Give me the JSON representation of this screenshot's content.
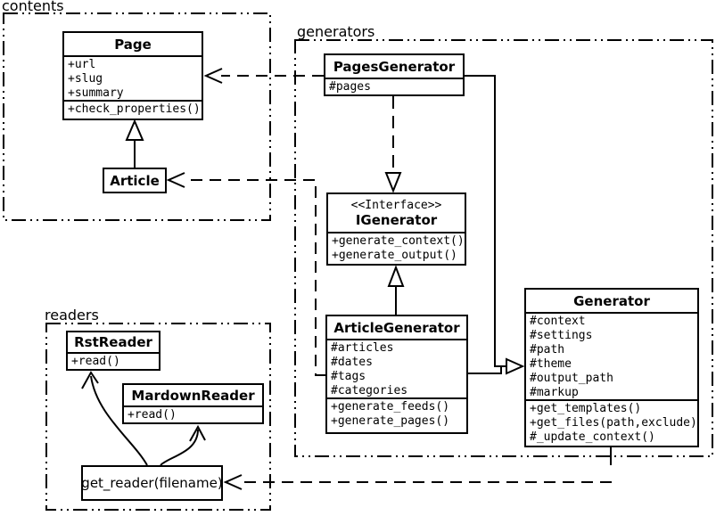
{
  "packages": {
    "contents": {
      "label": "contents"
    },
    "generators": {
      "label": "generators"
    },
    "readers": {
      "label": "readers"
    }
  },
  "classes": {
    "page": {
      "title": "Page",
      "attributes": [
        "+url",
        "+slug",
        "+summary"
      ],
      "methods": [
        "+check_properties()"
      ]
    },
    "article": {
      "title": "Article"
    },
    "pages_generator": {
      "title": "PagesGenerator",
      "attributes": [
        "#pages"
      ]
    },
    "igenerator": {
      "stereotype": "<<Interface>>",
      "title": "IGenerator",
      "methods": [
        "+generate_context()",
        "+generate_output()"
      ]
    },
    "article_generator": {
      "title": "ArticleGenerator",
      "attributes": [
        "#articles",
        "#dates",
        "#tags",
        "#categories"
      ],
      "methods": [
        "+generate_feeds()",
        "+generate_pages()"
      ]
    },
    "generator": {
      "title": "Generator",
      "attributes": [
        "#context",
        "#settings",
        "#path",
        "#theme",
        "#output_path",
        "#markup"
      ],
      "methods": [
        "+get_templates()",
        "+get_files(path,exclude)",
        "#_update_context()"
      ]
    },
    "rst_reader": {
      "title": "RstReader",
      "methods": [
        "+read()"
      ]
    },
    "markdown_reader": {
      "title": "MardownReader",
      "methods": [
        "+read()"
      ]
    },
    "get_reader": {
      "label": "get_reader(filename)"
    }
  },
  "relationships": [
    {
      "from": "Article",
      "to": "Page",
      "type": "inheritance"
    },
    {
      "from": "PagesGenerator",
      "to": "Page",
      "type": "dependency"
    },
    {
      "from": "ArticleGenerator",
      "to": "Article",
      "type": "dependency"
    },
    {
      "from": "PagesGenerator",
      "to": "IGenerator",
      "type": "realization"
    },
    {
      "from": "ArticleGenerator",
      "to": "IGenerator",
      "type": "inheritance"
    },
    {
      "from": "PagesGenerator",
      "to": "Generator",
      "type": "inheritance"
    },
    {
      "from": "ArticleGenerator",
      "to": "Generator",
      "type": "inheritance"
    },
    {
      "from": "Generator",
      "to": "get_reader(filename)",
      "type": "dependency"
    },
    {
      "from": "get_reader(filename)",
      "to": "RstReader",
      "type": "arrow"
    },
    {
      "from": "get_reader(filename)",
      "to": "MardownReader",
      "type": "arrow"
    }
  ],
  "colors": {
    "line": "#000000",
    "background": "#ffffff"
  }
}
